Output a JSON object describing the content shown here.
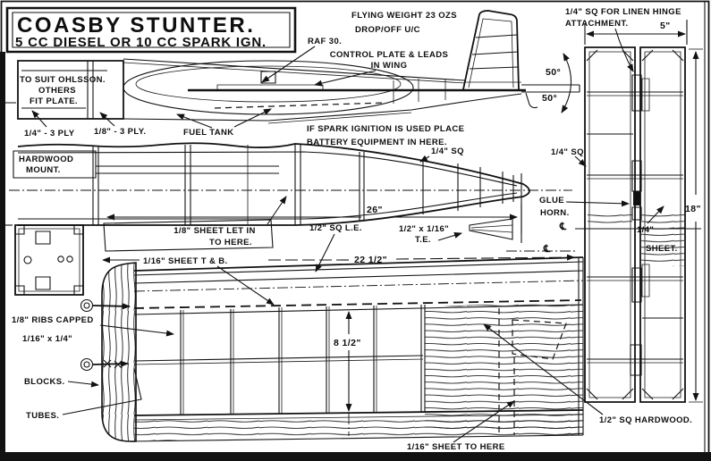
{
  "document": {
    "kind": "model aircraft construction plan (scanned blueprint)",
    "ink_color": "#121212",
    "paper_color": "#ffffff"
  },
  "title": {
    "line1": "COASBY STUNTER.",
    "line2": "5 CC DIESEL OR 10 CC SPARK IGN."
  },
  "labels": {
    "flying_weight": "FLYING WEIGHT 23 OZS",
    "drop_off": "DROP/OFF U/C",
    "raf30": "RAF 30.",
    "control_plate1": "CONTROL PLATE & LEADS",
    "control_plate2": "IN WING",
    "linen_hinge1": "1/4\" SQ FOR LINEN HINGE",
    "linen_hinge2": "ATTACHMENT.",
    "mount1": "TO SUIT OHLSSON.",
    "mount2": "OTHERS",
    "mount3": "FIT PLATE.",
    "ply14": "1/4\" - 3 PLY",
    "ply18": "1/8\" - 3 PLY.",
    "fuel_tank": "FUEL TANK",
    "spark1": "IF SPARK IGNITION IS USED PLACE",
    "spark2": "BATTERY EQUIPMENT IN HERE.",
    "sq14_fuse": "1/4\" SQ",
    "hardwood1": "HARDWOOD",
    "hardwood2": "MOUNT.",
    "up50": "50°",
    "down50": "50°",
    "sheet_let_in1": "1/8\" SHEET LET IN",
    "sheet_let_in2": "TO HERE.",
    "le_sq": "1/2\" SQ L.E.",
    "te_stock": "1/2\" x 1/16\"",
    "te": "T.E.",
    "glue": "GLUE",
    "horn": "HORN.",
    "cl1": "℄",
    "cl2": "℄",
    "sq14_tail": "1/4\" SQ",
    "sheet_tb": "1/16\" SHEET T & B.",
    "ribs1": "1/8\" RIBS CAPPED",
    "ribs2": "1/16\" x 1/4\"",
    "blocks": "BLOCKS.",
    "tubes": "TUBES.",
    "sheet14a": "1/4\"",
    "sheet14b": "SHEET.",
    "hardwood_sq": "1/2\" SQ HARDWOOD.",
    "sheet_to_here": "1/16\" SHEET TO HERE"
  },
  "dimensions": {
    "fuselage_length": "26\"",
    "wing_panel": "22 1/2\"",
    "wing_chord": "8 1/2\"",
    "tailplane_span": "18\"",
    "tailplane_chord": "5\""
  }
}
